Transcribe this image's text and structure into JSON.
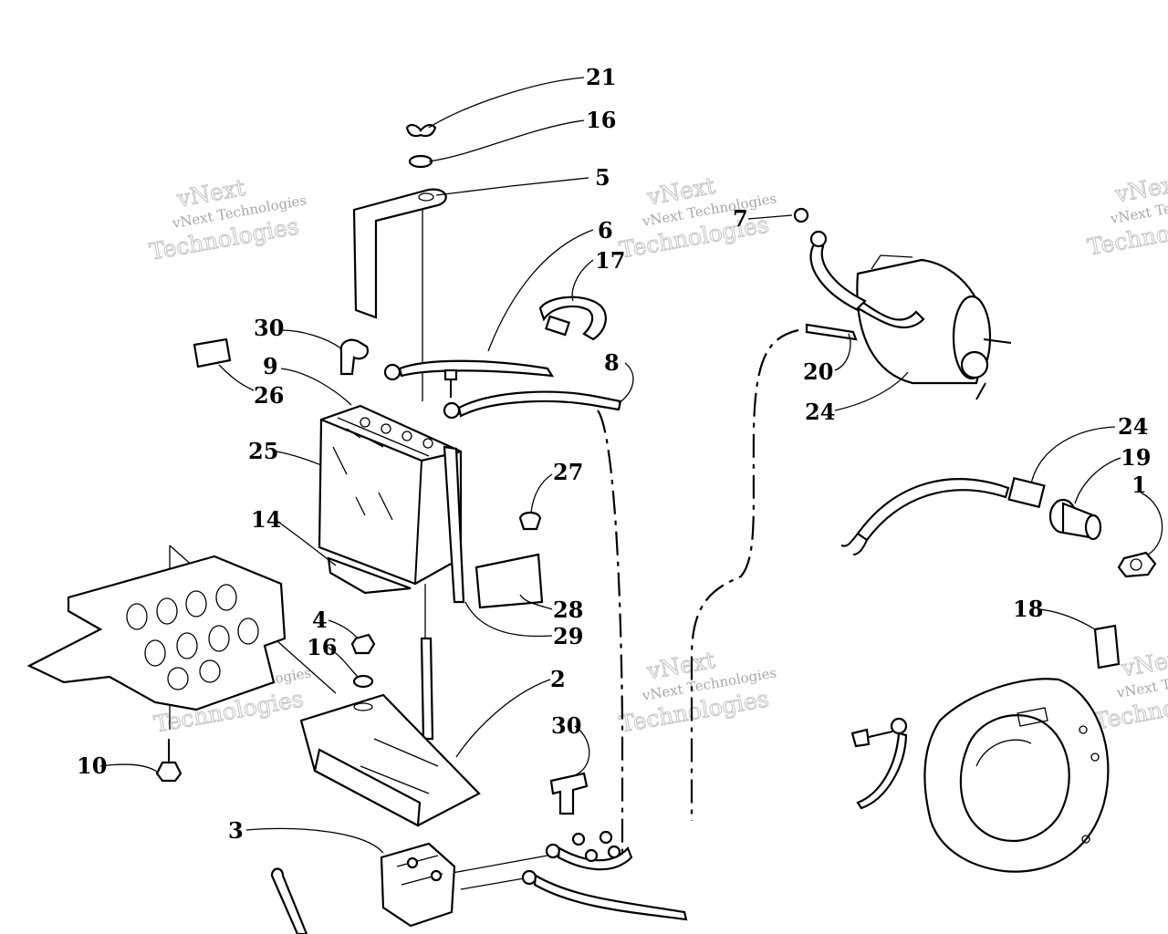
{
  "watermark": {
    "line1": "vNext Technologies",
    "line2": "Technologies",
    "stamp": "vNext"
  },
  "callouts": [
    {
      "id": "c21",
      "text": "21"
    },
    {
      "id": "c16a",
      "text": "16"
    },
    {
      "id": "c5",
      "text": "5"
    },
    {
      "id": "c6",
      "text": "6"
    },
    {
      "id": "c17",
      "text": "17"
    },
    {
      "id": "c7",
      "text": "7"
    },
    {
      "id": "c30a",
      "text": "30"
    },
    {
      "id": "c9",
      "text": "9"
    },
    {
      "id": "c26",
      "text": "26"
    },
    {
      "id": "c8",
      "text": "8"
    },
    {
      "id": "c20",
      "text": "20"
    },
    {
      "id": "c24a",
      "text": "24"
    },
    {
      "id": "c25",
      "text": "25"
    },
    {
      "id": "c27",
      "text": "27"
    },
    {
      "id": "c14",
      "text": "14"
    },
    {
      "id": "c24b",
      "text": "24"
    },
    {
      "id": "c19",
      "text": "19"
    },
    {
      "id": "c1",
      "text": "1"
    },
    {
      "id": "c28",
      "text": "28"
    },
    {
      "id": "c29",
      "text": "29"
    },
    {
      "id": "c4",
      "text": "4"
    },
    {
      "id": "c16b",
      "text": "16"
    },
    {
      "id": "c18",
      "text": "18"
    },
    {
      "id": "c2",
      "text": "2"
    },
    {
      "id": "c30b",
      "text": "30"
    },
    {
      "id": "c10",
      "text": "10"
    },
    {
      "id": "c3",
      "text": "3"
    }
  ]
}
